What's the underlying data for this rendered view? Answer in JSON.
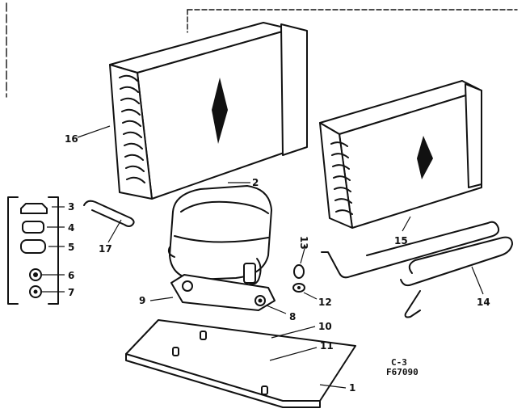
{
  "parts": [
    {
      "id": "p1",
      "label": "1"
    },
    {
      "id": "p2",
      "label": "2"
    },
    {
      "id": "p3",
      "label": "3"
    },
    {
      "id": "p4",
      "label": "4"
    },
    {
      "id": "p5",
      "label": "5"
    },
    {
      "id": "p6",
      "label": "6"
    },
    {
      "id": "p7",
      "label": "7"
    },
    {
      "id": "p8",
      "label": "8"
    },
    {
      "id": "p9",
      "label": "9"
    },
    {
      "id": "p10",
      "label": "10"
    },
    {
      "id": "p11",
      "label": "11"
    },
    {
      "id": "p12",
      "label": "12"
    },
    {
      "id": "p13",
      "label": "13"
    },
    {
      "id": "p14",
      "label": "14"
    },
    {
      "id": "p15",
      "label": "15"
    },
    {
      "id": "p16",
      "label": "16"
    },
    {
      "id": "p17",
      "label": "17"
    }
  ],
  "figure_codes": {
    "section": "C-3",
    "number": "F67090"
  }
}
